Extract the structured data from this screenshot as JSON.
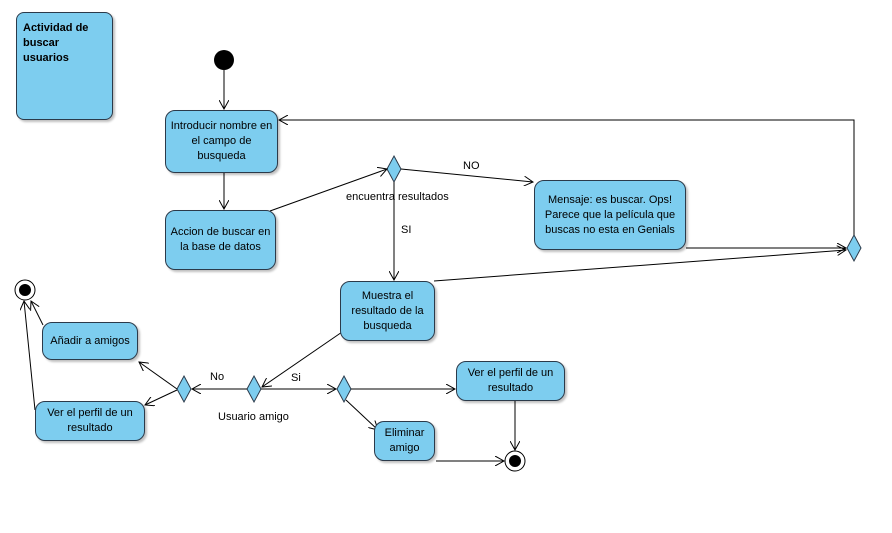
{
  "title": "Actividad de buscar usuarios",
  "nodes": {
    "introducir": "Introducir nombre en el campo de busqueda",
    "accion": "Accion de buscar en la base de datos",
    "mensaje": "Mensaje: es buscar. Ops! Parece que la película que buscas no esta en Genials",
    "muestra": "Muestra el resultado de la busqueda",
    "anadir": "Añadir a amigos",
    "ver_perfil_left": "Ver el perfil de un resultado",
    "ver_perfil_right": "Ver el perfil de un resultado",
    "eliminar": "Eliminar amigo"
  },
  "labels": {
    "encuentra": "encuentra resultados",
    "no_upper": "NO",
    "si_upper": "SI",
    "no_lower": "No",
    "si_lower": "Si",
    "usuario_amigo": "Usuario amigo"
  },
  "colors": {
    "node_fill": "#7dcdef",
    "node_border": "#2b3a4a",
    "edge": "#000000"
  }
}
